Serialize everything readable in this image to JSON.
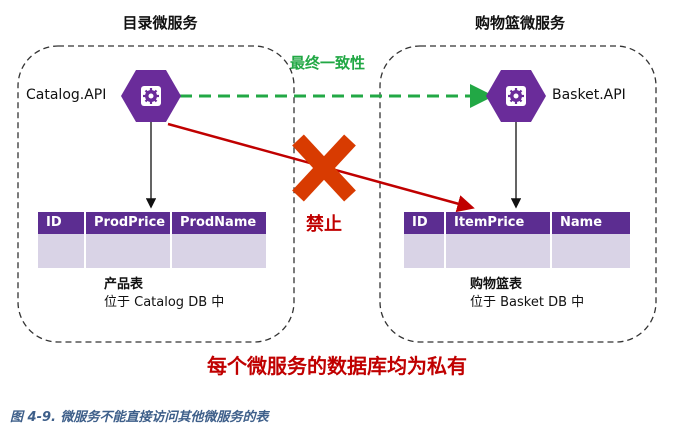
{
  "left_service": {
    "title": "目录微服务",
    "api_label": "Catalog.API",
    "table": {
      "columns": [
        "ID",
        "ProdPrice",
        "ProdName"
      ]
    },
    "caption_title": "产品表",
    "caption_sub": "位于 Catalog DB 中"
  },
  "right_service": {
    "title": "购物篮微服务",
    "api_label": "Basket.API",
    "table": {
      "columns": [
        "ID",
        "ItemPrice",
        "Name"
      ]
    },
    "caption_title": "购物篮表",
    "caption_sub": "位于 Basket DB 中"
  },
  "consistency_label": "最终一致性",
  "forbidden_label": "禁止",
  "summary": "每个微服务的数据库均为私有",
  "figure_caption": "图 4-9. 微服务不能直接访问其他微服务的表",
  "colors": {
    "purple": "#5c2d91",
    "cell": "#d9d3e6",
    "green": "#22a845",
    "red": "#c00000",
    "cross": "#d83b01"
  },
  "icons": [
    "gear-icon",
    "gear-icon"
  ]
}
